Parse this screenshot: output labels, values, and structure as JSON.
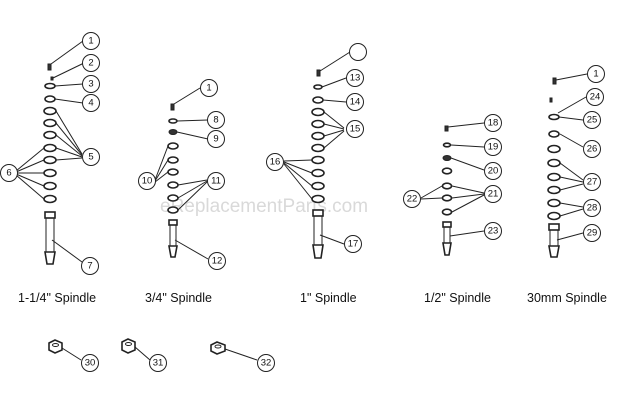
{
  "spindles": [
    {
      "label": "1-1/4\" Spindle"
    },
    {
      "label": "3/4\" Spindle"
    },
    {
      "label": "1\" Spindle"
    },
    {
      "label": "1/2\" Spindle"
    },
    {
      "label": "30mm Spindle"
    }
  ],
  "callouts": [
    "1",
    "2",
    "3",
    "4",
    "5",
    "6",
    "7",
    "8",
    "9",
    "10",
    "11",
    "12",
    "13",
    "14",
    "15",
    "16",
    "17",
    "18",
    "19",
    "20",
    "21",
    "22",
    "23",
    "24",
    "25",
    "26",
    "27",
    "28",
    "29",
    "30",
    "31",
    "32"
  ],
  "watermark": "eReplacementParts.com"
}
